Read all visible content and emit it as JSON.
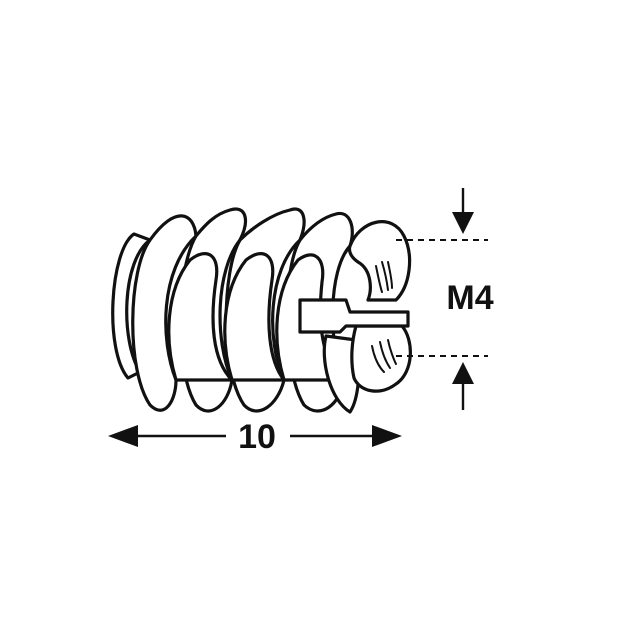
{
  "diagram": {
    "subject": "threaded-insert",
    "length_label": "10",
    "thread_label": "M4",
    "line_color": "#111111",
    "background_color": "#ffffff"
  }
}
